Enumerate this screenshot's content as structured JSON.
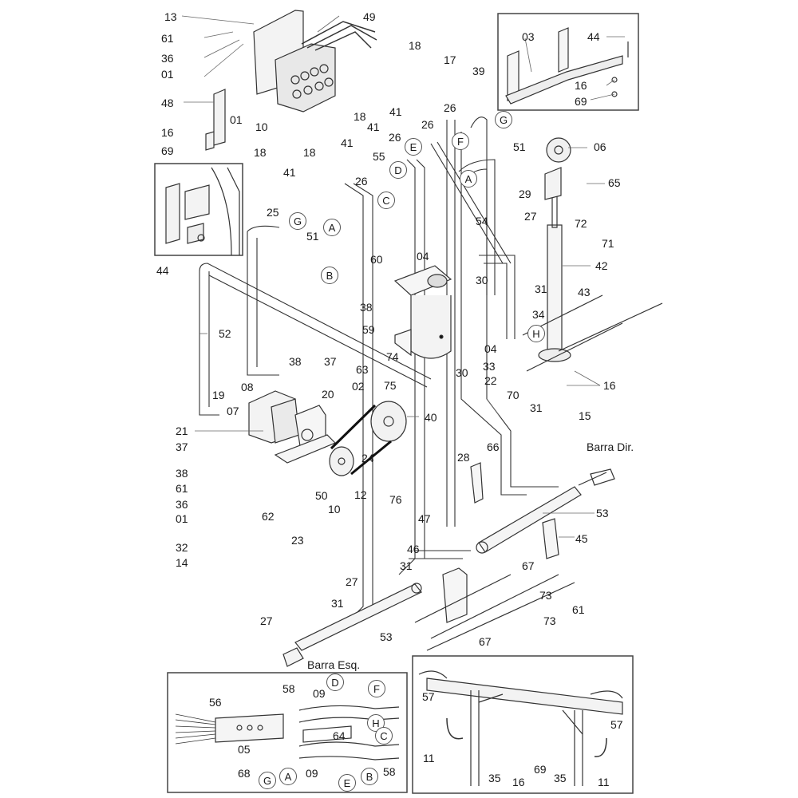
{
  "diagram": {
    "type": "exploded-parts-diagram",
    "subject": "Hydraulic system assembly",
    "annotations": {
      "barra_dir": "Barra Dir.",
      "barra_esq": "Barra Esq."
    },
    "callouts": [
      {
        "id": "c13",
        "text": "13"
      },
      {
        "id": "c49",
        "text": "49"
      },
      {
        "id": "c61a",
        "text": "61"
      },
      {
        "id": "c36a",
        "text": "36"
      },
      {
        "id": "c01a",
        "text": "01"
      },
      {
        "id": "c48",
        "text": "48"
      },
      {
        "id": "c01b",
        "text": "01"
      },
      {
        "id": "c10a",
        "text": "10"
      },
      {
        "id": "c16a",
        "text": "16"
      },
      {
        "id": "c69a",
        "text": "69"
      },
      {
        "id": "c44a",
        "text": "44"
      },
      {
        "id": "c18a",
        "text": "18"
      },
      {
        "id": "c17",
        "text": "17"
      },
      {
        "id": "c39",
        "text": "39"
      },
      {
        "id": "c18b",
        "text": "18"
      },
      {
        "id": "c41a",
        "text": "41"
      },
      {
        "id": "c26a",
        "text": "26"
      },
      {
        "id": "c26b",
        "text": "26"
      },
      {
        "id": "c41b",
        "text": "41"
      },
      {
        "id": "c26c",
        "text": "26"
      },
      {
        "id": "c18c",
        "text": "18"
      },
      {
        "id": "c18d",
        "text": "18"
      },
      {
        "id": "c41c",
        "text": "41"
      },
      {
        "id": "c55",
        "text": "55"
      },
      {
        "id": "c41d",
        "text": "41"
      },
      {
        "id": "c26d",
        "text": "26"
      },
      {
        "id": "c25",
        "text": "25"
      },
      {
        "id": "c51a",
        "text": "51"
      },
      {
        "id": "c51b",
        "text": "51"
      },
      {
        "id": "c03",
        "text": "03"
      },
      {
        "id": "c44b",
        "text": "44"
      },
      {
        "id": "c16b",
        "text": "16"
      },
      {
        "id": "c69b",
        "text": "69"
      },
      {
        "id": "c06",
        "text": "06"
      },
      {
        "id": "c65",
        "text": "65"
      },
      {
        "id": "c29",
        "text": "29"
      },
      {
        "id": "c27a",
        "text": "27"
      },
      {
        "id": "c72",
        "text": "72"
      },
      {
        "id": "c71",
        "text": "71"
      },
      {
        "id": "c54",
        "text": "54"
      },
      {
        "id": "c42",
        "text": "42"
      },
      {
        "id": "c60",
        "text": "60"
      },
      {
        "id": "c04a",
        "text": "04"
      },
      {
        "id": "c30a",
        "text": "30"
      },
      {
        "id": "c31a",
        "text": "31"
      },
      {
        "id": "c43",
        "text": "43"
      },
      {
        "id": "c38a",
        "text": "38"
      },
      {
        "id": "c34",
        "text": "34"
      },
      {
        "id": "c59",
        "text": "59"
      },
      {
        "id": "c52",
        "text": "52"
      },
      {
        "id": "c04b",
        "text": "04"
      },
      {
        "id": "c33",
        "text": "33"
      },
      {
        "id": "c74",
        "text": "74"
      },
      {
        "id": "c30b",
        "text": "30"
      },
      {
        "id": "c22",
        "text": "22"
      },
      {
        "id": "c16c",
        "text": "16"
      },
      {
        "id": "c38b",
        "text": "38"
      },
      {
        "id": "c37a",
        "text": "37"
      },
      {
        "id": "c63",
        "text": "63"
      },
      {
        "id": "c75",
        "text": "75"
      },
      {
        "id": "c70",
        "text": "70"
      },
      {
        "id": "c31b",
        "text": "31"
      },
      {
        "id": "c15",
        "text": "15"
      },
      {
        "id": "c08",
        "text": "08"
      },
      {
        "id": "c20",
        "text": "20"
      },
      {
        "id": "c02",
        "text": "02"
      },
      {
        "id": "c19",
        "text": "19"
      },
      {
        "id": "c07",
        "text": "07"
      },
      {
        "id": "c40",
        "text": "40"
      },
      {
        "id": "c21",
        "text": "21"
      },
      {
        "id": "c37b",
        "text": "37"
      },
      {
        "id": "c24",
        "text": "24"
      },
      {
        "id": "c66",
        "text": "66"
      },
      {
        "id": "c28",
        "text": "28"
      },
      {
        "id": "c38c",
        "text": "38"
      },
      {
        "id": "c61b",
        "text": "61"
      },
      {
        "id": "c36b",
        "text": "36"
      },
      {
        "id": "c01c",
        "text": "01"
      },
      {
        "id": "c50",
        "text": "50"
      },
      {
        "id": "c12",
        "text": "12"
      },
      {
        "id": "c76",
        "text": "76"
      },
      {
        "id": "c10b",
        "text": "10"
      },
      {
        "id": "c62",
        "text": "62"
      },
      {
        "id": "c53a",
        "text": "53"
      },
      {
        "id": "c23",
        "text": "23"
      },
      {
        "id": "c32",
        "text": "32"
      },
      {
        "id": "c47",
        "text": "47"
      },
      {
        "id": "c45",
        "text": "45"
      },
      {
        "id": "c14",
        "text": "14"
      },
      {
        "id": "c46",
        "text": "46"
      },
      {
        "id": "c27b",
        "text": "27"
      },
      {
        "id": "c31c",
        "text": "31"
      },
      {
        "id": "c67a",
        "text": "67"
      },
      {
        "id": "c73a",
        "text": "73"
      },
      {
        "id": "c61c",
        "text": "61"
      },
      {
        "id": "c31d",
        "text": "31"
      },
      {
        "id": "c27c",
        "text": "27"
      },
      {
        "id": "c53b",
        "text": "53"
      },
      {
        "id": "c73b",
        "text": "73"
      },
      {
        "id": "c67b",
        "text": "67"
      },
      {
        "id": "c58a",
        "text": "58"
      },
      {
        "id": "c09a",
        "text": "09"
      },
      {
        "id": "c56",
        "text": "56"
      },
      {
        "id": "c64",
        "text": "64"
      },
      {
        "id": "c05",
        "text": "05"
      },
      {
        "id": "c68",
        "text": "68"
      },
      {
        "id": "c09b",
        "text": "09"
      },
      {
        "id": "c58b",
        "text": "58"
      },
      {
        "id": "c57a",
        "text": "57"
      },
      {
        "id": "c57b",
        "text": "57"
      },
      {
        "id": "c11a",
        "text": "11"
      },
      {
        "id": "c35a",
        "text": "35"
      },
      {
        "id": "c16d",
        "text": "16"
      },
      {
        "id": "c69c",
        "text": "69"
      },
      {
        "id": "c35b",
        "text": "35"
      },
      {
        "id": "c11b",
        "text": "11"
      }
    ],
    "connection_markers": [
      {
        "id": "mG1",
        "text": "G"
      },
      {
        "id": "mF1",
        "text": "F"
      },
      {
        "id": "mE1",
        "text": "E"
      },
      {
        "id": "mD1",
        "text": "D"
      },
      {
        "id": "mC1",
        "text": "C"
      },
      {
        "id": "mA1",
        "text": "A"
      },
      {
        "id": "mA2",
        "text": "A"
      },
      {
        "id": "mG2",
        "text": "G"
      },
      {
        "id": "mB1",
        "text": "B"
      },
      {
        "id": "mH1",
        "text": "H"
      },
      {
        "id": "mD2",
        "text": "D"
      },
      {
        "id": "mF2",
        "text": "F"
      },
      {
        "id": "mH2",
        "text": "H"
      },
      {
        "id": "mC2",
        "text": "C"
      },
      {
        "id": "mG3",
        "text": "G"
      },
      {
        "id": "mA3",
        "text": "A"
      },
      {
        "id": "mE2",
        "text": "E"
      },
      {
        "id": "mB2",
        "text": "B"
      }
    ]
  }
}
